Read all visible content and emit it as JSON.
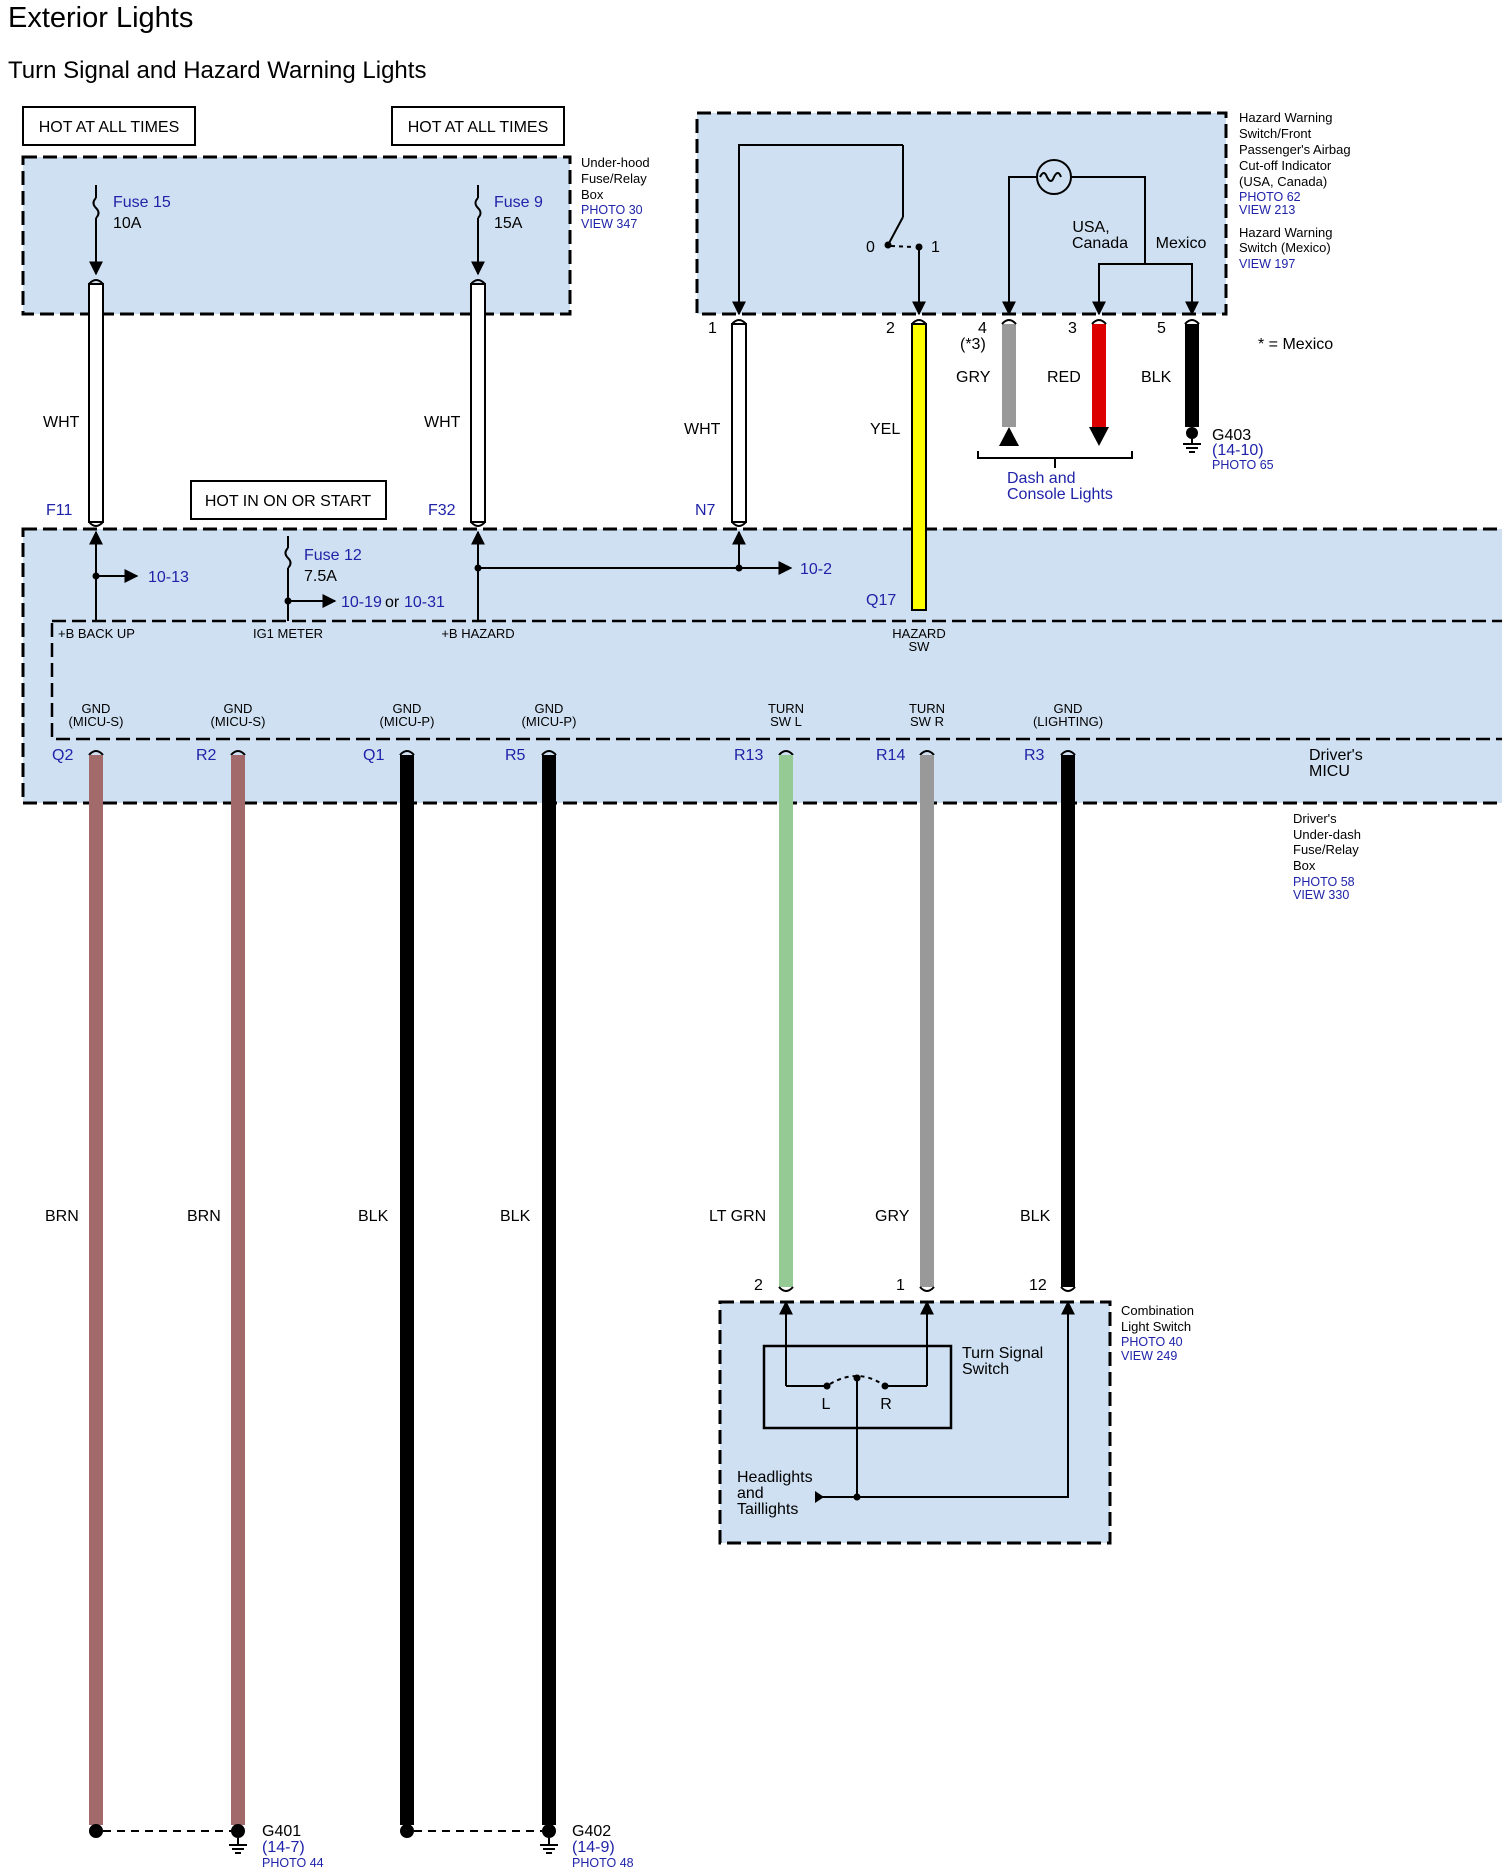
{
  "title": "Exterior Lights",
  "subtitle": "Turn Signal and Hazard Warning Lights",
  "hot_labels": {
    "hot1": "HOT AT ALL TIMES",
    "hot2": "HOT AT ALL TIMES",
    "hot3": "HOT IN ON OR START"
  },
  "underhood": {
    "name_lines": [
      "Under-hood",
      "Fuse/Relay",
      "Box"
    ],
    "photo": "PHOTO 30",
    "view": "VIEW 347",
    "fuse15_name": "Fuse 15",
    "fuse15_amp": "10A",
    "fuse9_name": "Fuse 9",
    "fuse9_amp": "15A"
  },
  "hazard_switch": {
    "name_lines": [
      "Hazard Warning",
      "Switch/Front",
      "Passenger's Airbag",
      "Cut-off Indicator",
      "(USA, Canada)"
    ],
    "photo": "PHOTO 62",
    "view": "VIEW 213",
    "mexico_lines": [
      "Hazard Warning",
      "Switch (Mexico)"
    ],
    "mexico_view": "VIEW 197",
    "usa_canada_lines": [
      "USA,",
      "Canada"
    ],
    "mexico_label": "Mexico",
    "pos0": "0",
    "pos1": "1"
  },
  "top_pins": {
    "p1": "1",
    "p2": "2",
    "p4": "4",
    "p4_note": "(*3)",
    "p3": "3",
    "p5": "5"
  },
  "mexico_note": "* = Mexico",
  "wires_top": {
    "wht1": "WHT",
    "wht2": "WHT",
    "wht3": "WHT",
    "yel": "YEL",
    "gry": "GRY",
    "red": "RED",
    "blk": "BLK"
  },
  "g403": {
    "name": "G403",
    "ref": "(14-10)",
    "photo": "PHOTO 65"
  },
  "dash_console": [
    "Dash and",
    "Console Lights"
  ],
  "under_dash": {
    "pins": {
      "f11": "F11",
      "f32": "F32",
      "n7": "N7",
      "q17": "Q17"
    },
    "fuse12_name": "Fuse 12",
    "fuse12_amp": "7.5A",
    "ref_10_13": "10-13",
    "ref_10_19": "10-19",
    "or": "or",
    "ref_10_31": "10-31",
    "ref_10_2": "10-2",
    "name_lines": [
      "Driver's",
      "Under-dash",
      "Fuse/Relay",
      "Box"
    ],
    "photo": "PHOTO 58",
    "view": "VIEW 330"
  },
  "micu": {
    "name_lines": [
      "Driver's",
      "MICU"
    ],
    "term_b_backup": "+B BACK UP",
    "term_ig1": "IG1 METER",
    "term_b_hazard": "+B HAZARD",
    "term_hazard_sw": [
      "HAZARD",
      "SW"
    ],
    "grounds": [
      [
        "GND",
        "(MICU-S)"
      ],
      [
        "GND",
        "(MICU-S)"
      ],
      [
        "GND",
        "(MICU-P)"
      ],
      [
        "GND",
        "(MICU-P)"
      ],
      [
        "TURN",
        "SW L"
      ],
      [
        "TURN",
        "SW R"
      ],
      [
        "GND",
        "(LIGHTING)"
      ]
    ],
    "bottom_pins": [
      "Q2",
      "R2",
      "Q1",
      "R5",
      "R13",
      "R14",
      "R3"
    ]
  },
  "wires_bottom": [
    "BRN",
    "BRN",
    "BLK",
    "BLK",
    "LT GRN",
    "GRY",
    "BLK"
  ],
  "combo_switch": {
    "pins": [
      "2",
      "1",
      "12"
    ],
    "name_lines": [
      "Combination",
      "Light Switch"
    ],
    "photo": "PHOTO 40",
    "view": "VIEW 249",
    "turn_lines": [
      "Turn Signal",
      "Switch"
    ],
    "l": "L",
    "r": "R",
    "headlights_lines": [
      "Headlights",
      "and",
      "Taillights"
    ]
  },
  "g401": {
    "name": "G401",
    "ref": "(14-7)",
    "photo": "PHOTO 44"
  },
  "g402": {
    "name": "G402",
    "ref": "(14-9)",
    "photo": "PHOTO 48"
  },
  "colors": {
    "panel": "#cfe0f2",
    "link_blue": "#1f23a8",
    "brn": "#a26a6a",
    "blk": "#000000",
    "ltgrn": "#96ca94",
    "gry": "#999999",
    "yel": "#ffff00",
    "red": "#dd0000",
    "wht": "#ffffff"
  }
}
